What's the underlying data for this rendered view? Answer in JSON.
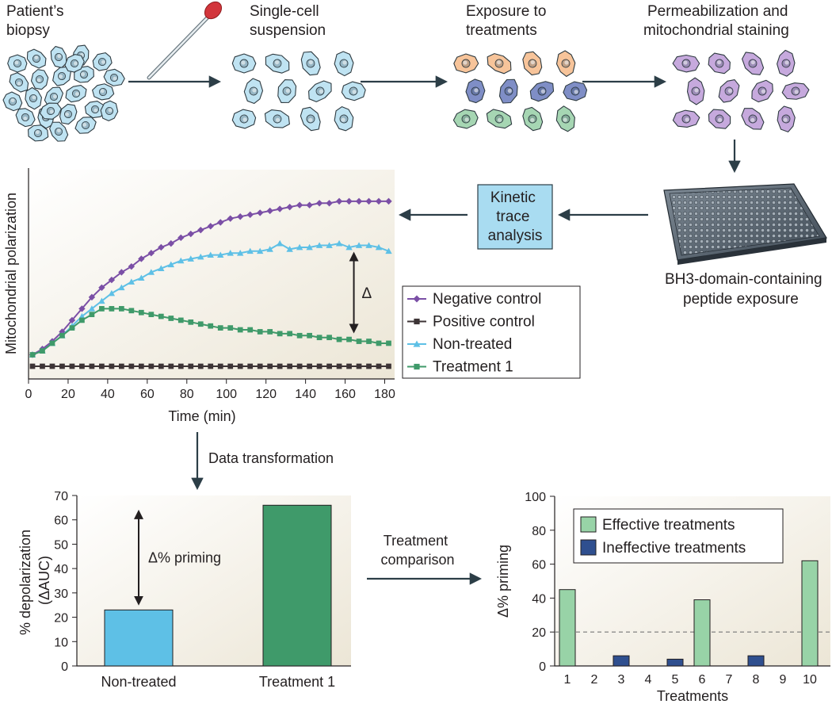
{
  "stages": {
    "biopsy": [
      "Patient’s",
      "biopsy"
    ],
    "suspension": [
      "Single-cell",
      "suspension"
    ],
    "exposure": [
      "Exposure to",
      "treatments"
    ],
    "staining": [
      "Permeabilization and",
      "mitochondrial staining"
    ],
    "peptide": [
      "BH3-domain-containing",
      "peptide exposure"
    ],
    "kinetic": [
      "Kinetic",
      "trace",
      "analysis"
    ]
  },
  "flow_labels": {
    "transformation": "Data transformation",
    "comparison": [
      "Treatment",
      "comparison"
    ]
  },
  "colors": {
    "cell_blue": "#bfe3f2",
    "cell_orange": "#f7c49a",
    "cell_indigo": "#7f8ec6",
    "cell_green": "#a6d6b3",
    "cell_purple": "#c6a9dd",
    "negative_control": "#7b4fa6",
    "positive_control": "#3d3436",
    "non_treated": "#5ec0e6",
    "treatment_1": "#3f9a6a",
    "effective": "#98d3a7",
    "ineffective": "#2f4f8f",
    "kinetic_box": "#a9dcf1"
  },
  "chart_data": [
    {
      "type": "line",
      "xlabel": "Time (min)",
      "ylabel": "Mitochondrial polarization",
      "xlim": [
        0,
        185
      ],
      "x_ticks": [
        "0",
        "20",
        "40",
        "60",
        "80",
        "100",
        "120",
        "140",
        "160",
        "180"
      ],
      "y_ticks_shown": false,
      "delta_label": "Δ",
      "legend_position": "bottom-right",
      "x": [
        2,
        7,
        12,
        17,
        22,
        27,
        32,
        37,
        42,
        47,
        52,
        57,
        62,
        67,
        72,
        77,
        82,
        87,
        92,
        97,
        102,
        107,
        112,
        117,
        122,
        127,
        132,
        137,
        142,
        147,
        152,
        157,
        162,
        167,
        172,
        177,
        182
      ],
      "series": [
        {
          "name": "Negative control",
          "marker": "diamond",
          "values": [
            6,
            9,
            13,
            18,
            24,
            30,
            36,
            41,
            45,
            49,
            52,
            56,
            59,
            62,
            64,
            67,
            69,
            71,
            73,
            75,
            77,
            78,
            79,
            80,
            81,
            82,
            83,
            84,
            84,
            85,
            85,
            86,
            86,
            86,
            86,
            86,
            86
          ]
        },
        {
          "name": "Positive control",
          "marker": "square",
          "values": [
            0,
            0,
            0,
            0,
            0,
            0,
            0,
            0,
            0,
            0,
            0,
            0,
            0,
            0,
            0,
            0,
            0,
            0,
            0,
            0,
            0,
            0,
            0,
            0,
            0,
            0,
            0,
            0,
            0,
            0,
            0,
            0,
            0,
            0,
            0,
            0,
            0
          ]
        },
        {
          "name": "Non-treated",
          "marker": "triangle",
          "values": [
            6,
            8,
            12,
            16,
            21,
            26,
            30,
            34,
            38,
            41,
            44,
            46,
            49,
            51,
            53,
            55,
            56,
            57,
            58,
            58,
            59,
            59,
            60,
            60,
            61,
            64,
            61,
            62,
            62,
            63,
            63,
            64,
            62,
            63,
            63,
            62,
            60
          ]
        },
        {
          "name": "Treatment 1",
          "marker": "square",
          "values": [
            6,
            8,
            12,
            16,
            20,
            24,
            27,
            30,
            30,
            30,
            29,
            28,
            27,
            26,
            25,
            24,
            23,
            22,
            21,
            20,
            20,
            19,
            19,
            18,
            18,
            17,
            17,
            16,
            16,
            15,
            15,
            14,
            14,
            13,
            13,
            12,
            12
          ]
        }
      ]
    },
    {
      "type": "bar",
      "ylabel": "% depolarization (ΔAUC)",
      "ylabel_lines": [
        "% depolarization",
        "(ΔAUC)"
      ],
      "ylim": [
        0,
        70
      ],
      "y_ticks": [
        "0",
        "10",
        "20",
        "30",
        "40",
        "50",
        "60",
        "70"
      ],
      "categories": [
        "Non-treated",
        "Treatment 1"
      ],
      "values": [
        23,
        66
      ],
      "annotation": "Δ% priming"
    },
    {
      "type": "bar",
      "xlabel": "Treatments",
      "ylabel": "Δ% priming",
      "ylim": [
        0,
        100
      ],
      "y_ticks": [
        "0",
        "20",
        "40",
        "60",
        "80",
        "100"
      ],
      "threshold": 20,
      "legend_position": "top-right",
      "categories": [
        "1",
        "2",
        "3",
        "4",
        "5",
        "6",
        "7",
        "8",
        "9",
        "10"
      ],
      "values": [
        45,
        0,
        6,
        0,
        4,
        39,
        0,
        6,
        0,
        62
      ],
      "classes": [
        "effective",
        "none",
        "ineffective",
        "none",
        "ineffective",
        "effective",
        "none",
        "ineffective",
        "none",
        "effective"
      ],
      "legend": [
        {
          "key": "effective",
          "label": "Effective treatments"
        },
        {
          "key": "ineffective",
          "label": "Ineffective treatments"
        }
      ]
    }
  ]
}
